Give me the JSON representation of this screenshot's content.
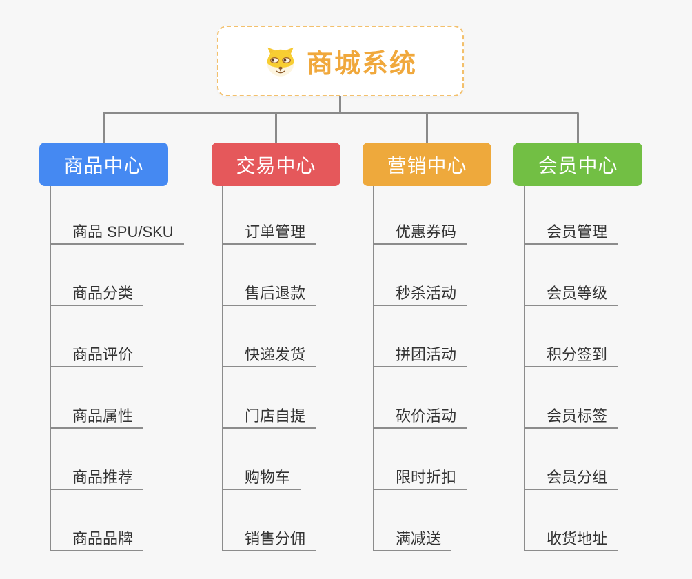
{
  "root": {
    "title": "商城系统",
    "icon": "dog-logo-icon",
    "title_color": "#f0a83c",
    "border_color": "#f3c06c"
  },
  "branches": [
    {
      "label": "商品中心",
      "color": "#4589f2",
      "children": [
        "商品 SPU/SKU",
        "商品分类",
        "商品评价",
        "商品属性",
        "商品推荐",
        "商品品牌"
      ]
    },
    {
      "label": "交易中心",
      "color": "#e5585b",
      "children": [
        "订单管理",
        "售后退款",
        "快递发货",
        "门店自提",
        "购物车",
        "销售分佣"
      ]
    },
    {
      "label": "营销中心",
      "color": "#eea93c",
      "children": [
        "优惠券码",
        "秒杀活动",
        "拼团活动",
        "砍价活动",
        "限时折扣",
        "满减送"
      ]
    },
    {
      "label": "会员中心",
      "color": "#72bf44",
      "children": [
        "会员管理",
        "会员等级",
        "积分签到",
        "会员标签",
        "会员分组",
        "收货地址"
      ]
    }
  ]
}
